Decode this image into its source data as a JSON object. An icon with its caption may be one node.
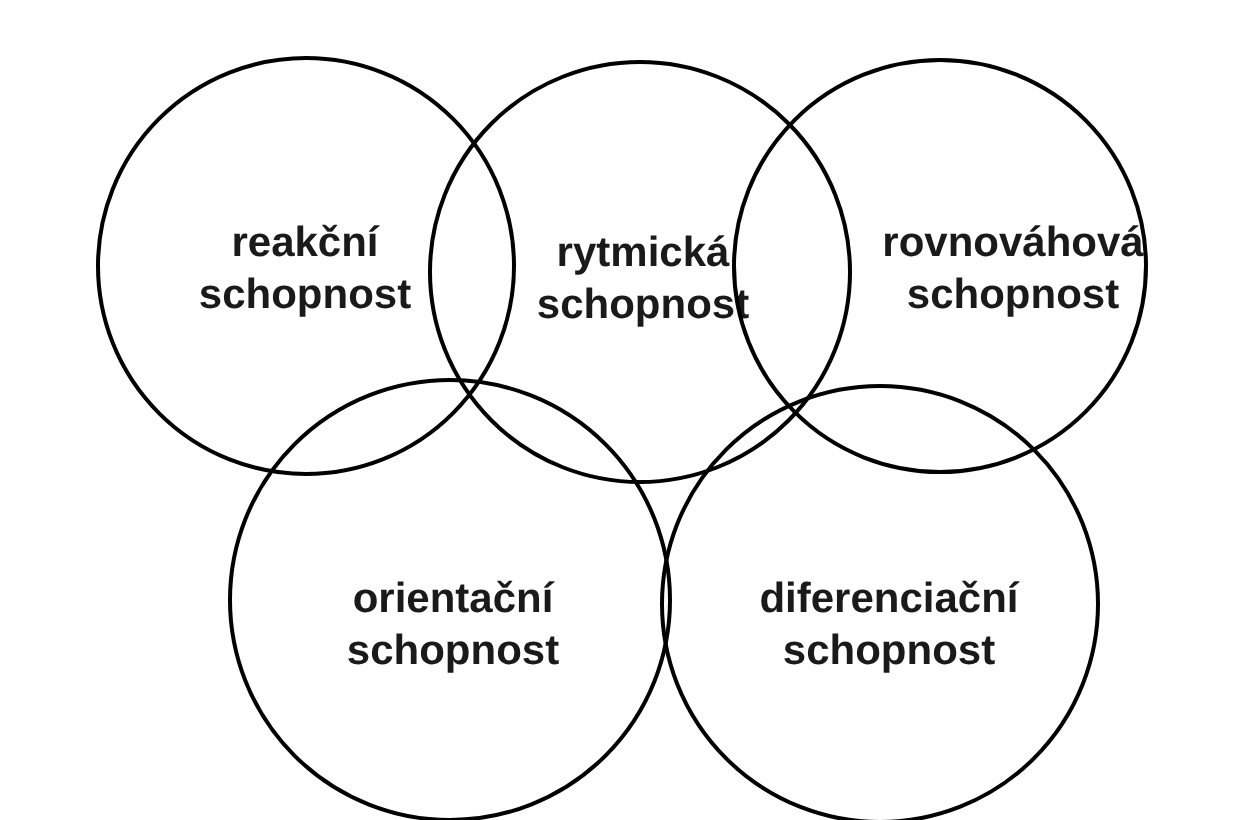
{
  "diagram": {
    "nodes": [
      {
        "text": [
          "reakční schopnost"
        ]
      },
      {
        "text": [
          "rytmická schopnost"
        ]
      },
      {
        "text": [
          "rovnováhová schopnost"
        ]
      },
      {
        "text": [
          "orientační schopnost"
        ]
      },
      {
        "text": [
          "diferenciační schopnost"
        ]
      }
    ]
  }
}
